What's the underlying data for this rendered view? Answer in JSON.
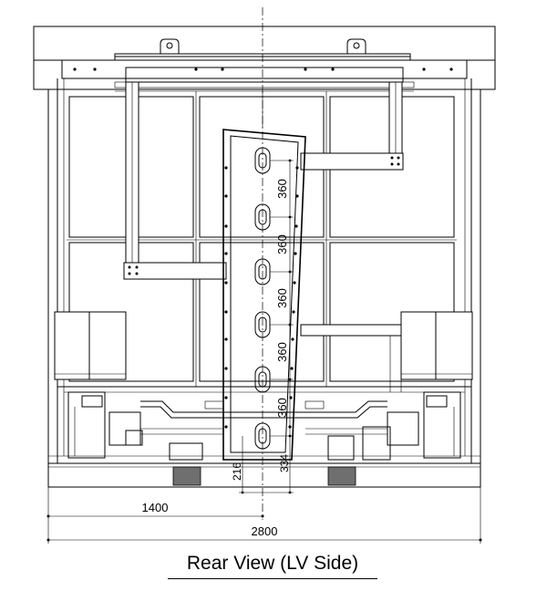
{
  "caption": "Rear View (LV Side)",
  "dimensions": {
    "pitch": [
      "360",
      "360",
      "360",
      "360",
      "360"
    ],
    "bottom_left": "216",
    "bottom_right": "334",
    "half_width": "1400",
    "full_width": "2800"
  },
  "colors": {
    "line": "#000000",
    "background": "#ffffff",
    "shade": "#6f6f6f"
  }
}
